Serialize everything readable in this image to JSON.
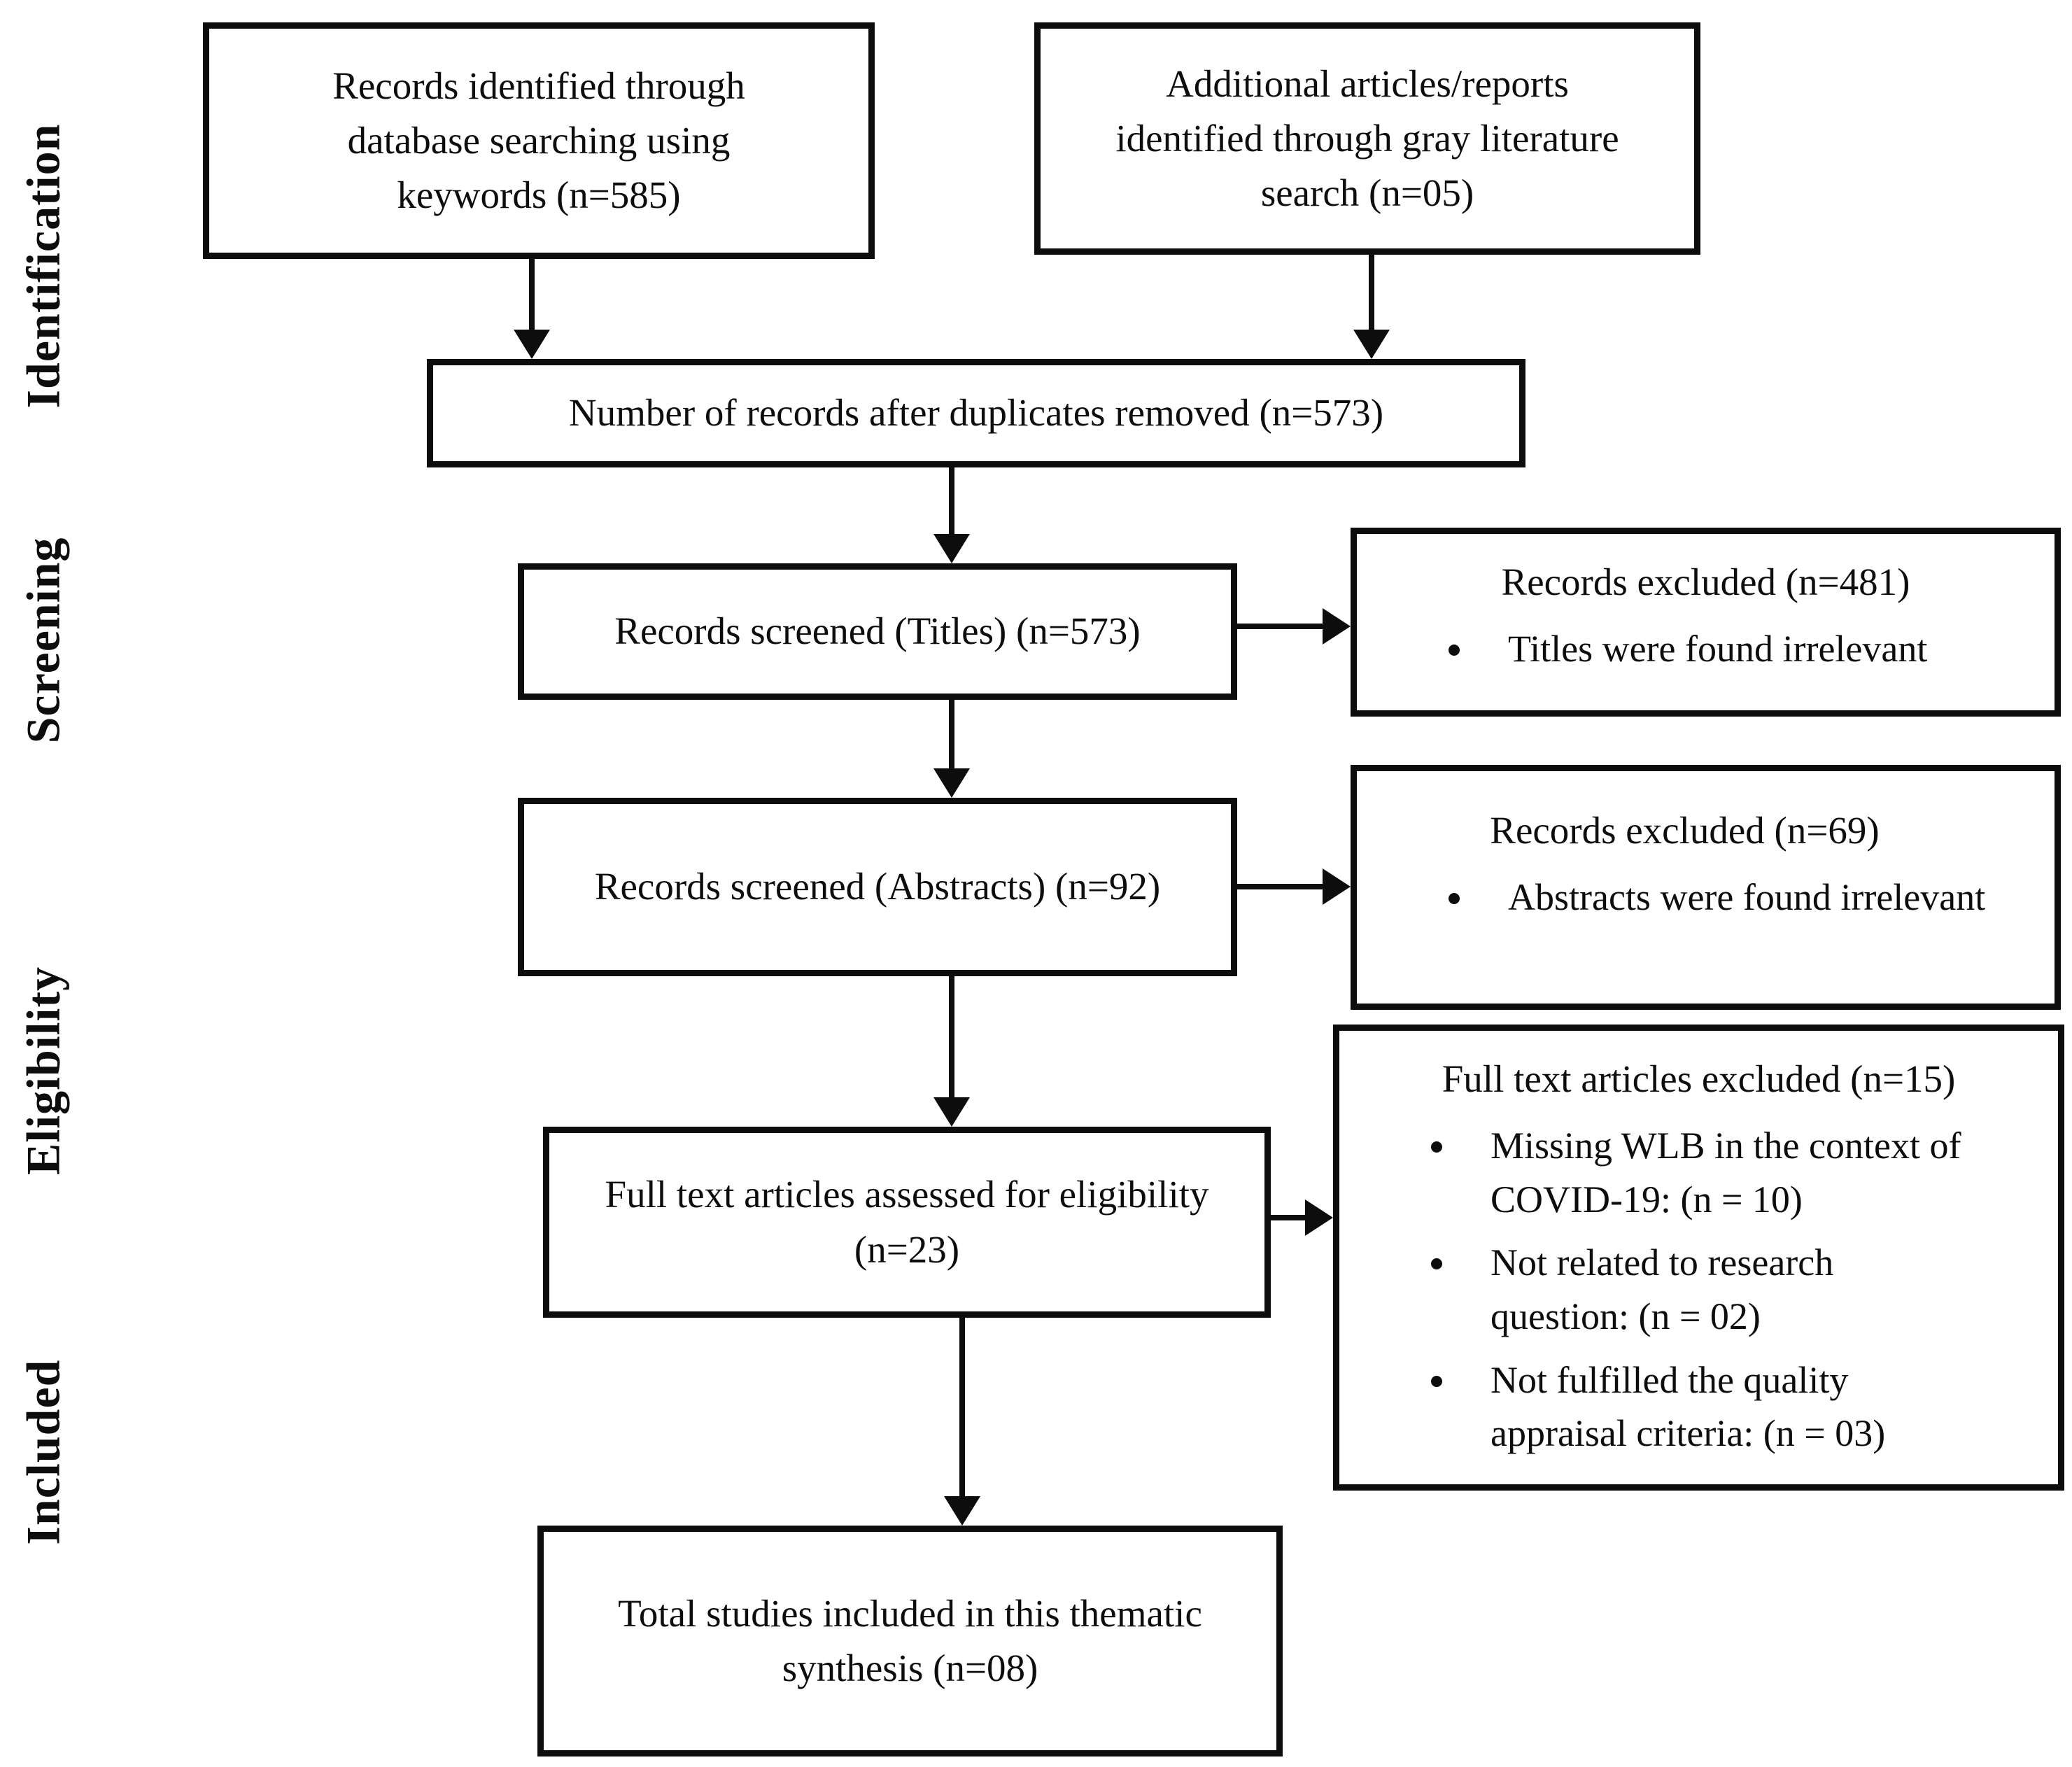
{
  "colors": {
    "ink": "#0d0d0d",
    "background": "#ffffff"
  },
  "side_labels": {
    "identification": "Identification",
    "screening": "Screening",
    "eligibility": "Eligibility",
    "included": "Included"
  },
  "boxes": {
    "database_search": {
      "text": "Records identified through database searching using keywords (n=585)"
    },
    "gray_literature": {
      "text": "Additional articles/reports identified through gray literature search (n=05)"
    },
    "duplicates_removed": {
      "text": "Number of records after duplicates removed (n=573)"
    },
    "titles_screened": {
      "text": "Records screened (Titles) (n=573)"
    },
    "titles_excluded": {
      "title": "Records excluded (n=481)",
      "bullets": [
        "Titles were found irrelevant"
      ]
    },
    "abstracts_screened": {
      "text": "Records screened (Abstracts) (n=92)"
    },
    "abstracts_excluded": {
      "title": "Records excluded (n=69)",
      "bullets": [
        "Abstracts were found irrelevant"
      ]
    },
    "fulltext_assessed": {
      "text": "Full text articles assessed for eligibility (n=23)"
    },
    "fulltext_excluded": {
      "title": "Full text articles excluded (n=15)",
      "bullets": [
        "Missing WLB in the context of COVID-19: (n = 10)",
        "Not related to research question: (n = 02)",
        "Not fulfilled the quality appraisal criteria: (n = 03)"
      ]
    },
    "total_included": {
      "text": "Total studies included in this thematic synthesis (n=08)"
    }
  }
}
